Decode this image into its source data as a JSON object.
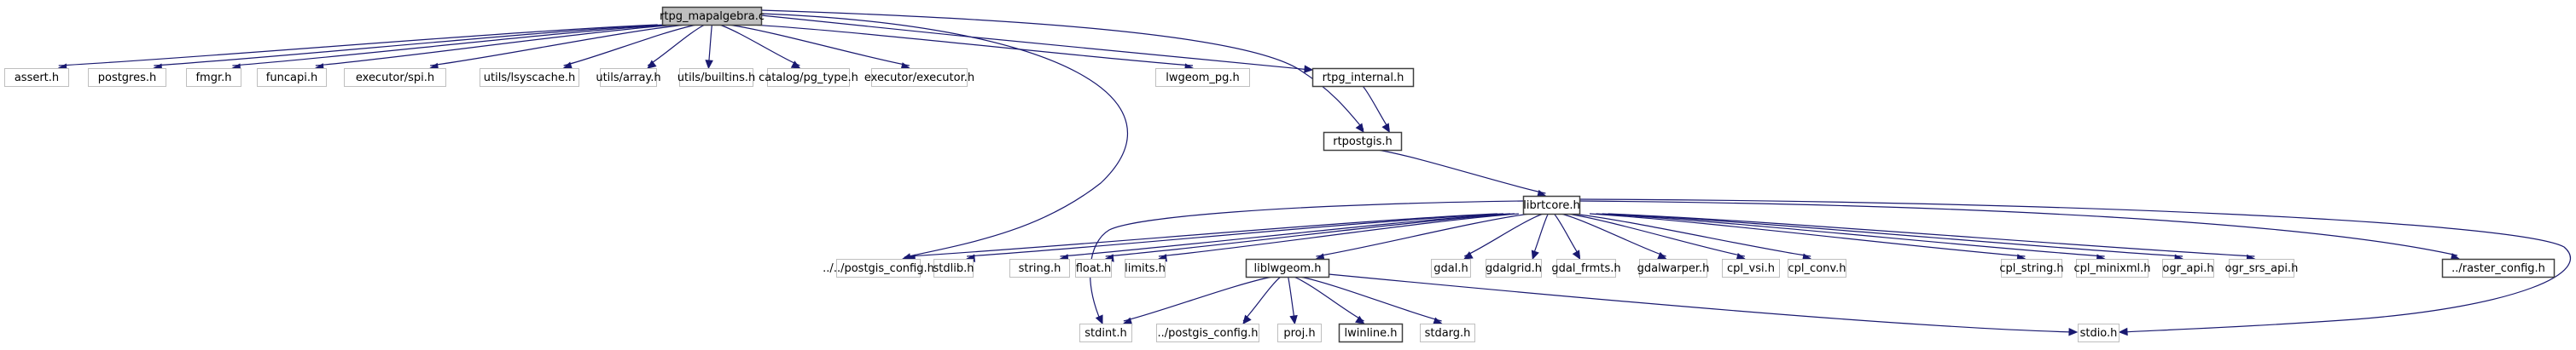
{
  "title": "rtpg_mapalgebra.c",
  "colors": {
    "edge": "#191970",
    "root_fill": "#bfbfbf",
    "local_border": "#404040",
    "external_border": "#bfbfbf"
  },
  "nodes": [
    {
      "id": "rtpg_mapalgebra_c",
      "label": "rtpg_mapalgebra.c",
      "kind": "root"
    },
    {
      "id": "assert_h",
      "label": "assert.h",
      "kind": "external"
    },
    {
      "id": "postgres_h",
      "label": "postgres.h",
      "kind": "external"
    },
    {
      "id": "fmgr_h",
      "label": "fmgr.h",
      "kind": "external"
    },
    {
      "id": "funcapi_h",
      "label": "funcapi.h",
      "kind": "external"
    },
    {
      "id": "executor_spi_h",
      "label": "executor/spi.h",
      "kind": "external"
    },
    {
      "id": "utils_lsyscache_h",
      "label": "utils/lsyscache.h",
      "kind": "external"
    },
    {
      "id": "utils_array_h",
      "label": "utils/array.h",
      "kind": "external"
    },
    {
      "id": "utils_builtins_h",
      "label": "utils/builtins.h",
      "kind": "external"
    },
    {
      "id": "catalog_pg_type_h",
      "label": "catalog/pg_type.h",
      "kind": "external"
    },
    {
      "id": "executor_executor_h",
      "label": "executor/executor.h",
      "kind": "external"
    },
    {
      "id": "lwgeom_pg_h",
      "label": "lwgeom_pg.h",
      "kind": "external"
    },
    {
      "id": "rtpg_internal_h",
      "label": "rtpg_internal.h",
      "kind": "local"
    },
    {
      "id": "rtpostgis_h",
      "label": "rtpostgis.h",
      "kind": "local"
    },
    {
      "id": "librtcore_h",
      "label": "librtcore.h",
      "kind": "local"
    },
    {
      "id": "postgis_config_up2",
      "label": "../../postgis_config.h",
      "kind": "external"
    },
    {
      "id": "stdlib_h",
      "label": "stdlib.h",
      "kind": "external"
    },
    {
      "id": "string_h",
      "label": "string.h",
      "kind": "external"
    },
    {
      "id": "float_h",
      "label": "float.h",
      "kind": "external"
    },
    {
      "id": "limits_h",
      "label": "limits.h",
      "kind": "external"
    },
    {
      "id": "liblwgeom_h",
      "label": "liblwgeom.h",
      "kind": "local"
    },
    {
      "id": "gdal_h",
      "label": "gdal.h",
      "kind": "external"
    },
    {
      "id": "gdalgrid_h",
      "label": "gdalgrid.h",
      "kind": "external"
    },
    {
      "id": "gdal_frmts_h",
      "label": "gdal_frmts.h",
      "kind": "external"
    },
    {
      "id": "gdalwarper_h",
      "label": "gdalwarper.h",
      "kind": "external"
    },
    {
      "id": "cpl_vsi_h",
      "label": "cpl_vsi.h",
      "kind": "external"
    },
    {
      "id": "cpl_conv_h",
      "label": "cpl_conv.h",
      "kind": "external"
    },
    {
      "id": "cpl_string_h",
      "label": "cpl_string.h",
      "kind": "external"
    },
    {
      "id": "cpl_minixml_h",
      "label": "cpl_minixml.h",
      "kind": "external"
    },
    {
      "id": "ogr_api_h",
      "label": "ogr_api.h",
      "kind": "external"
    },
    {
      "id": "ogr_srs_api_h",
      "label": "ogr_srs_api.h",
      "kind": "external"
    },
    {
      "id": "raster_config_h",
      "label": "../raster_config.h",
      "kind": "local"
    },
    {
      "id": "stdint_h",
      "label": "stdint.h",
      "kind": "external"
    },
    {
      "id": "postgis_config_up1",
      "label": "../postgis_config.h",
      "kind": "external"
    },
    {
      "id": "proj_h",
      "label": "proj.h",
      "kind": "external"
    },
    {
      "id": "lwinline_h",
      "label": "lwinline.h",
      "kind": "local"
    },
    {
      "id": "stdarg_h",
      "label": "stdarg.h",
      "kind": "external"
    },
    {
      "id": "stdio_h",
      "label": "stdio.h",
      "kind": "external"
    }
  ],
  "edges": [
    {
      "from": "rtpg_mapalgebra_c",
      "to": "assert_h"
    },
    {
      "from": "rtpg_mapalgebra_c",
      "to": "postgres_h"
    },
    {
      "from": "rtpg_mapalgebra_c",
      "to": "fmgr_h"
    },
    {
      "from": "rtpg_mapalgebra_c",
      "to": "funcapi_h"
    },
    {
      "from": "rtpg_mapalgebra_c",
      "to": "executor_spi_h"
    },
    {
      "from": "rtpg_mapalgebra_c",
      "to": "utils_lsyscache_h"
    },
    {
      "from": "rtpg_mapalgebra_c",
      "to": "utils_array_h"
    },
    {
      "from": "rtpg_mapalgebra_c",
      "to": "utils_builtins_h"
    },
    {
      "from": "rtpg_mapalgebra_c",
      "to": "catalog_pg_type_h"
    },
    {
      "from": "rtpg_mapalgebra_c",
      "to": "executor_executor_h"
    },
    {
      "from": "rtpg_mapalgebra_c",
      "to": "lwgeom_pg_h"
    },
    {
      "from": "rtpg_mapalgebra_c",
      "to": "rtpg_internal_h"
    },
    {
      "from": "rtpg_mapalgebra_c",
      "to": "rtpostgis_h"
    },
    {
      "from": "rtpg_mapalgebra_c",
      "to": "postgis_config_up2"
    },
    {
      "from": "rtpg_internal_h",
      "to": "rtpostgis_h"
    },
    {
      "from": "rtpostgis_h",
      "to": "librtcore_h"
    },
    {
      "from": "librtcore_h",
      "to": "postgis_config_up2"
    },
    {
      "from": "librtcore_h",
      "to": "stdlib_h"
    },
    {
      "from": "librtcore_h",
      "to": "stdint_h"
    },
    {
      "from": "librtcore_h",
      "to": "string_h"
    },
    {
      "from": "librtcore_h",
      "to": "float_h"
    },
    {
      "from": "librtcore_h",
      "to": "limits_h"
    },
    {
      "from": "librtcore_h",
      "to": "liblwgeom_h"
    },
    {
      "from": "librtcore_h",
      "to": "gdal_h"
    },
    {
      "from": "librtcore_h",
      "to": "gdalgrid_h"
    },
    {
      "from": "librtcore_h",
      "to": "gdal_frmts_h"
    },
    {
      "from": "librtcore_h",
      "to": "gdalwarper_h"
    },
    {
      "from": "librtcore_h",
      "to": "cpl_vsi_h"
    },
    {
      "from": "librtcore_h",
      "to": "cpl_conv_h"
    },
    {
      "from": "librtcore_h",
      "to": "cpl_string_h"
    },
    {
      "from": "librtcore_h",
      "to": "cpl_minixml_h"
    },
    {
      "from": "librtcore_h",
      "to": "ogr_api_h"
    },
    {
      "from": "librtcore_h",
      "to": "ogr_srs_api_h"
    },
    {
      "from": "librtcore_h",
      "to": "raster_config_h"
    },
    {
      "from": "librtcore_h",
      "to": "stdio_h"
    },
    {
      "from": "liblwgeom_h",
      "to": "stdint_h"
    },
    {
      "from": "liblwgeom_h",
      "to": "postgis_config_up1"
    },
    {
      "from": "liblwgeom_h",
      "to": "proj_h"
    },
    {
      "from": "liblwgeom_h",
      "to": "lwinline_h"
    },
    {
      "from": "liblwgeom_h",
      "to": "stdarg_h"
    },
    {
      "from": "liblwgeom_h",
      "to": "stdio_h"
    }
  ]
}
